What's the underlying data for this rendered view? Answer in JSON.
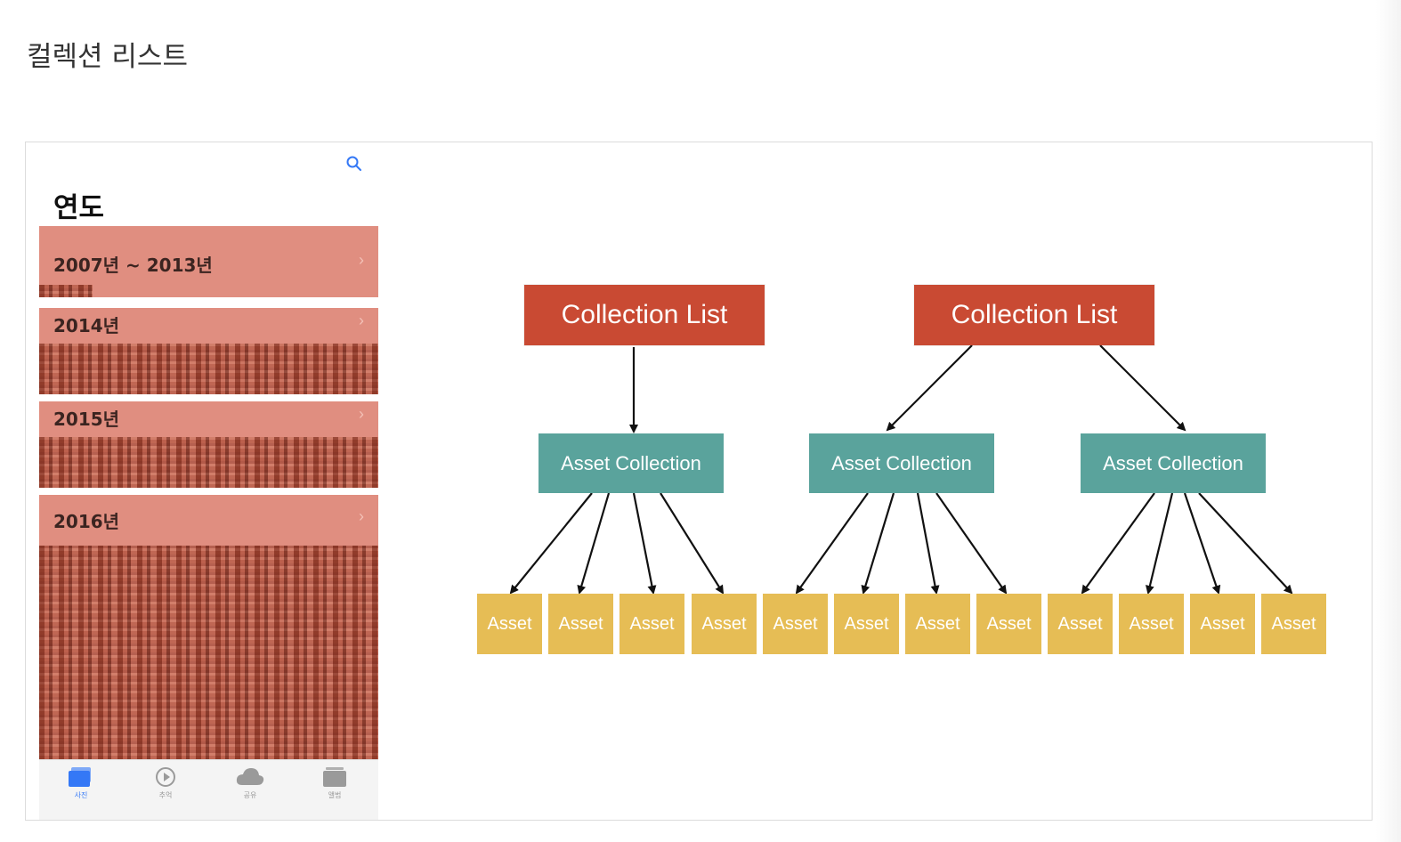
{
  "heading": "컬렉션 리스트",
  "phone": {
    "title": "연도",
    "years": [
      {
        "label": "2007년 ~ 2013년"
      },
      {
        "label": "2014년"
      },
      {
        "label": "2015년"
      },
      {
        "label": "2016년"
      }
    ],
    "tabs": [
      {
        "label": "사진",
        "icon": "photos-icon",
        "active": true
      },
      {
        "label": "추억",
        "icon": "memories-icon",
        "active": false
      },
      {
        "label": "공유",
        "icon": "cloud-icon",
        "active": false
      },
      {
        "label": "앨범",
        "icon": "albums-icon",
        "active": false
      }
    ]
  },
  "diagram": {
    "collection_lists": [
      "Collection List",
      "Collection List"
    ],
    "asset_collections": [
      "Asset Collection",
      "Asset Collection",
      "Asset Collection"
    ],
    "assets": [
      "Asset",
      "Asset",
      "Asset",
      "Asset",
      "Asset",
      "Asset",
      "Asset",
      "Asset",
      "Asset",
      "Asset",
      "Asset",
      "Asset"
    ],
    "colors": {
      "collection_list": "#c94a33",
      "asset_collection": "#5aa39c",
      "asset": "#e6bd55",
      "year_overlay": "#e08e80",
      "accent": "#3478f6"
    }
  }
}
